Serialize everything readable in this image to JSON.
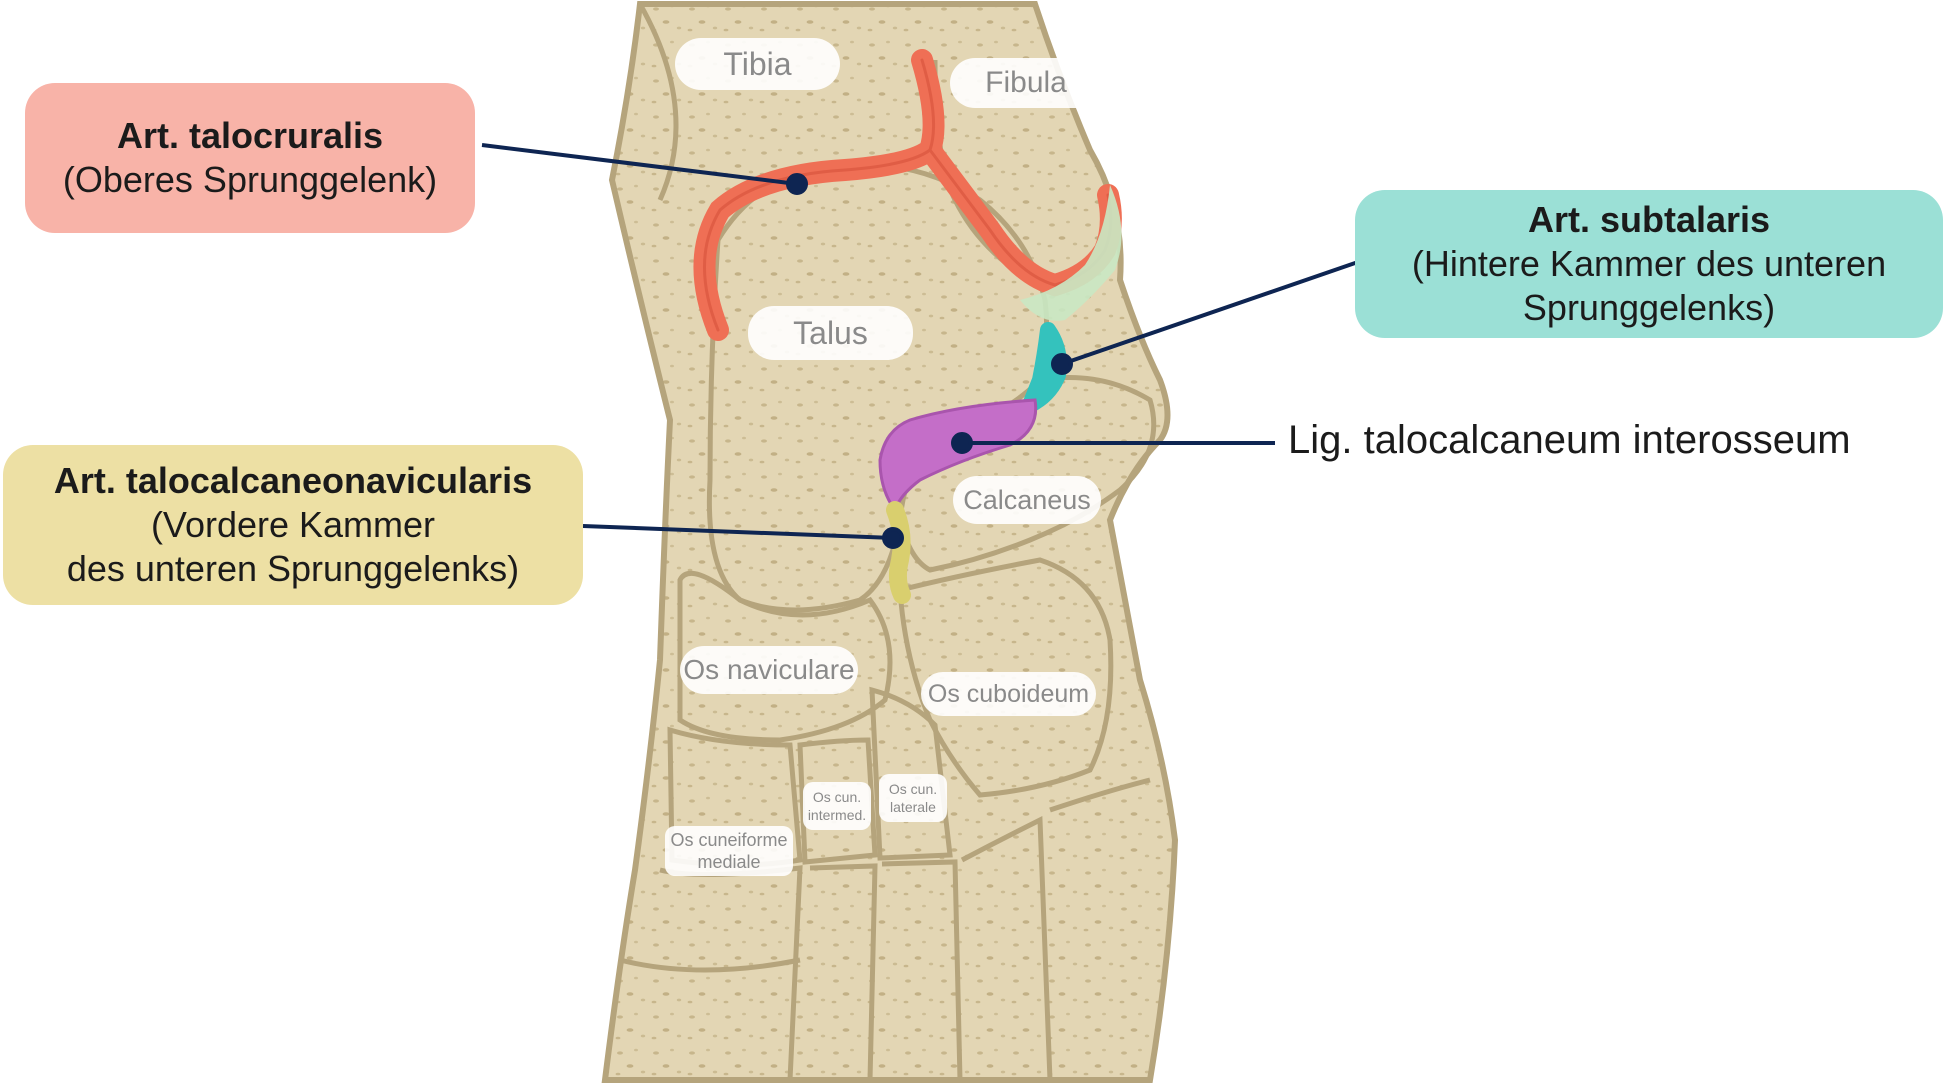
{
  "callouts": {
    "talocruralis": {
      "title": "Art. talocruralis",
      "subtitle": "(Oberes Sprunggelenk)",
      "color": "#f8b3a8"
    },
    "subtalaris": {
      "title": "Art. subtalaris",
      "line1": "(Hintere Kammer des unteren",
      "line2": "Sprunggelenks)",
      "color": "#9be0d6"
    },
    "talocalcaneonavicularis": {
      "title": "Art. talocalcaneonavicularis",
      "line1": "(Vordere Kammer",
      "line2": "des unteren Sprunggelenks)",
      "color": "#ede0a4"
    },
    "ligament": {
      "label": "Lig. talocalcaneum interosseum"
    }
  },
  "bones": {
    "tibia": "Tibia",
    "fibula": "Fibula",
    "talus": "Talus",
    "calcaneus": "Calcaneus",
    "naviculare": "Os naviculare",
    "cuboideum": "Os cuboideum",
    "cun_intermed_1": "Os cun.",
    "cun_intermed_2": "intermed.",
    "cun_laterale_1": "Os cun.",
    "cun_laterale_2": "laterale",
    "cuneiforme_mediale_1": "Os cuneiforme",
    "cuneiforme_mediale_2": "mediale"
  },
  "colors": {
    "bone": "#e3d6b4",
    "bone_outline": "#b5a47c",
    "joint_talocrural": "#ef6f55",
    "joint_subtalar": "#34c2bd",
    "joint_anterior": "#d9cf6e",
    "ligament": "#c46ec8",
    "leader_line": "#0e2552"
  }
}
